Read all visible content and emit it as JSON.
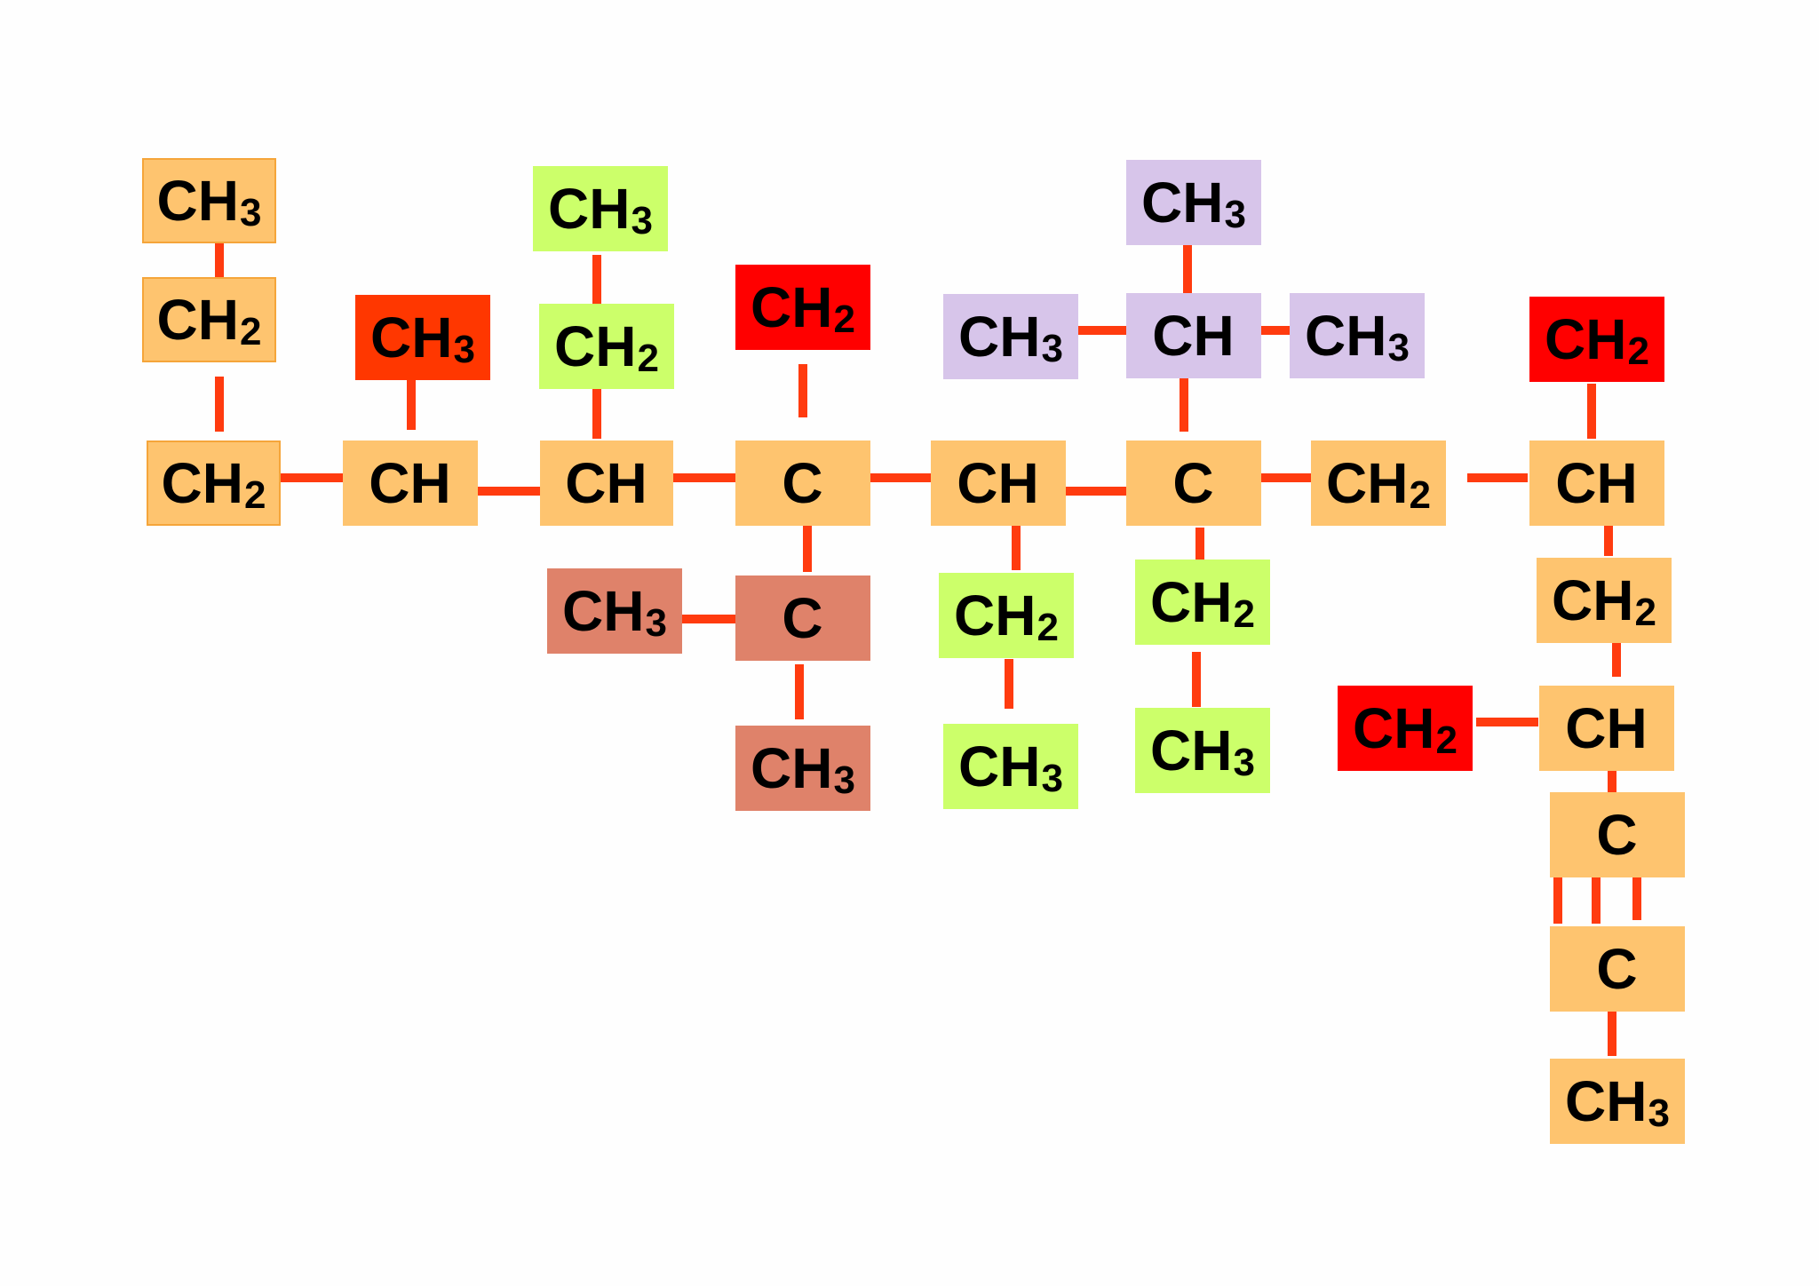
{
  "colors": {
    "main_chain": "#fec46f",
    "ethyl_group": "#fec46f",
    "highlight_red": "#ff0000",
    "methyl_red": "#ff3700",
    "green_group": "#ccff6a",
    "salmon_group": "#df826a",
    "lavender_group": "#d7c5ea",
    "bond": "#ff3b0f"
  },
  "groups": {
    "g_ch3_a": {
      "base": "CH",
      "sub": "3"
    },
    "g_ch2_a": {
      "base": "CH",
      "sub": "2"
    },
    "g_ch2_b": {
      "base": "CH",
      "sub": "2"
    },
    "g_ch_1": {
      "base": "CH",
      "sub": ""
    },
    "g_ch3_red": {
      "base": "CH",
      "sub": "3"
    },
    "g_ch_2": {
      "base": "CH",
      "sub": ""
    },
    "g_ch2_green_top": {
      "base": "CH",
      "sub": "2"
    },
    "g_ch3_green_top": {
      "base": "CH",
      "sub": "3"
    },
    "g_c_3": {
      "base": "C",
      "sub": ""
    },
    "g_ch2_red_top": {
      "base": "CH",
      "sub": "2"
    },
    "g_c_sal": {
      "base": "C",
      "sub": ""
    },
    "g_ch3_sal_left": {
      "base": "CH",
      "sub": "3"
    },
    "g_ch3_sal_bottom": {
      "base": "CH",
      "sub": "3"
    },
    "g_ch_4": {
      "base": "CH",
      "sub": ""
    },
    "g_ch2_green_mid": {
      "base": "CH",
      "sub": "2"
    },
    "g_ch3_green_mid": {
      "base": "CH",
      "sub": "3"
    },
    "g_c_5": {
      "base": "C",
      "sub": ""
    },
    "g_ch_lav": {
      "base": "CH",
      "sub": ""
    },
    "g_ch3_lav_top": {
      "base": "CH",
      "sub": "3"
    },
    "g_ch3_lav_left": {
      "base": "CH",
      "sub": "3"
    },
    "g_ch3_lav_right": {
      "base": "CH",
      "sub": "3"
    },
    "g_ch2_green_right": {
      "base": "CH",
      "sub": "2"
    },
    "g_ch3_green_right": {
      "base": "CH",
      "sub": "3"
    },
    "g_ch2_6": {
      "base": "CH",
      "sub": "2"
    },
    "g_ch_7": {
      "base": "CH",
      "sub": ""
    },
    "g_ch2_red_right": {
      "base": "CH",
      "sub": "2"
    },
    "g_ch2_8": {
      "base": "CH",
      "sub": "2"
    },
    "g_ch_9": {
      "base": "CH",
      "sub": ""
    },
    "g_ch2_red_lower": {
      "base": "CH",
      "sub": "2"
    },
    "g_c_10": {
      "base": "C",
      "sub": ""
    },
    "g_c_11": {
      "base": "C",
      "sub": ""
    },
    "g_ch3_end": {
      "base": "CH",
      "sub": "3"
    }
  }
}
